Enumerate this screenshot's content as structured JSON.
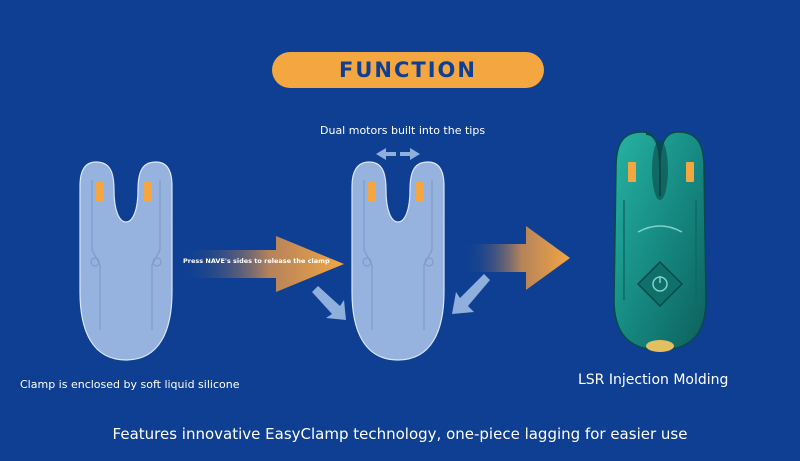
{
  "title": "FUNCTION",
  "labels": {
    "dual_motors": "Dual motors built into the tips",
    "press_release": "Press NAVE's sides to release the clamp",
    "clamp_enclosed": "Clamp is enclosed by soft liquid silicone",
    "lsr_molding": "LSR Injection Molding",
    "features": "Features innovative EasyClamp technology, one-piece lagging for easier use"
  },
  "colors": {
    "background": "#0e3f92",
    "accent": "#f4a741",
    "device_teal": "#1a8f86",
    "outline_fill": "#a9c4e8"
  }
}
